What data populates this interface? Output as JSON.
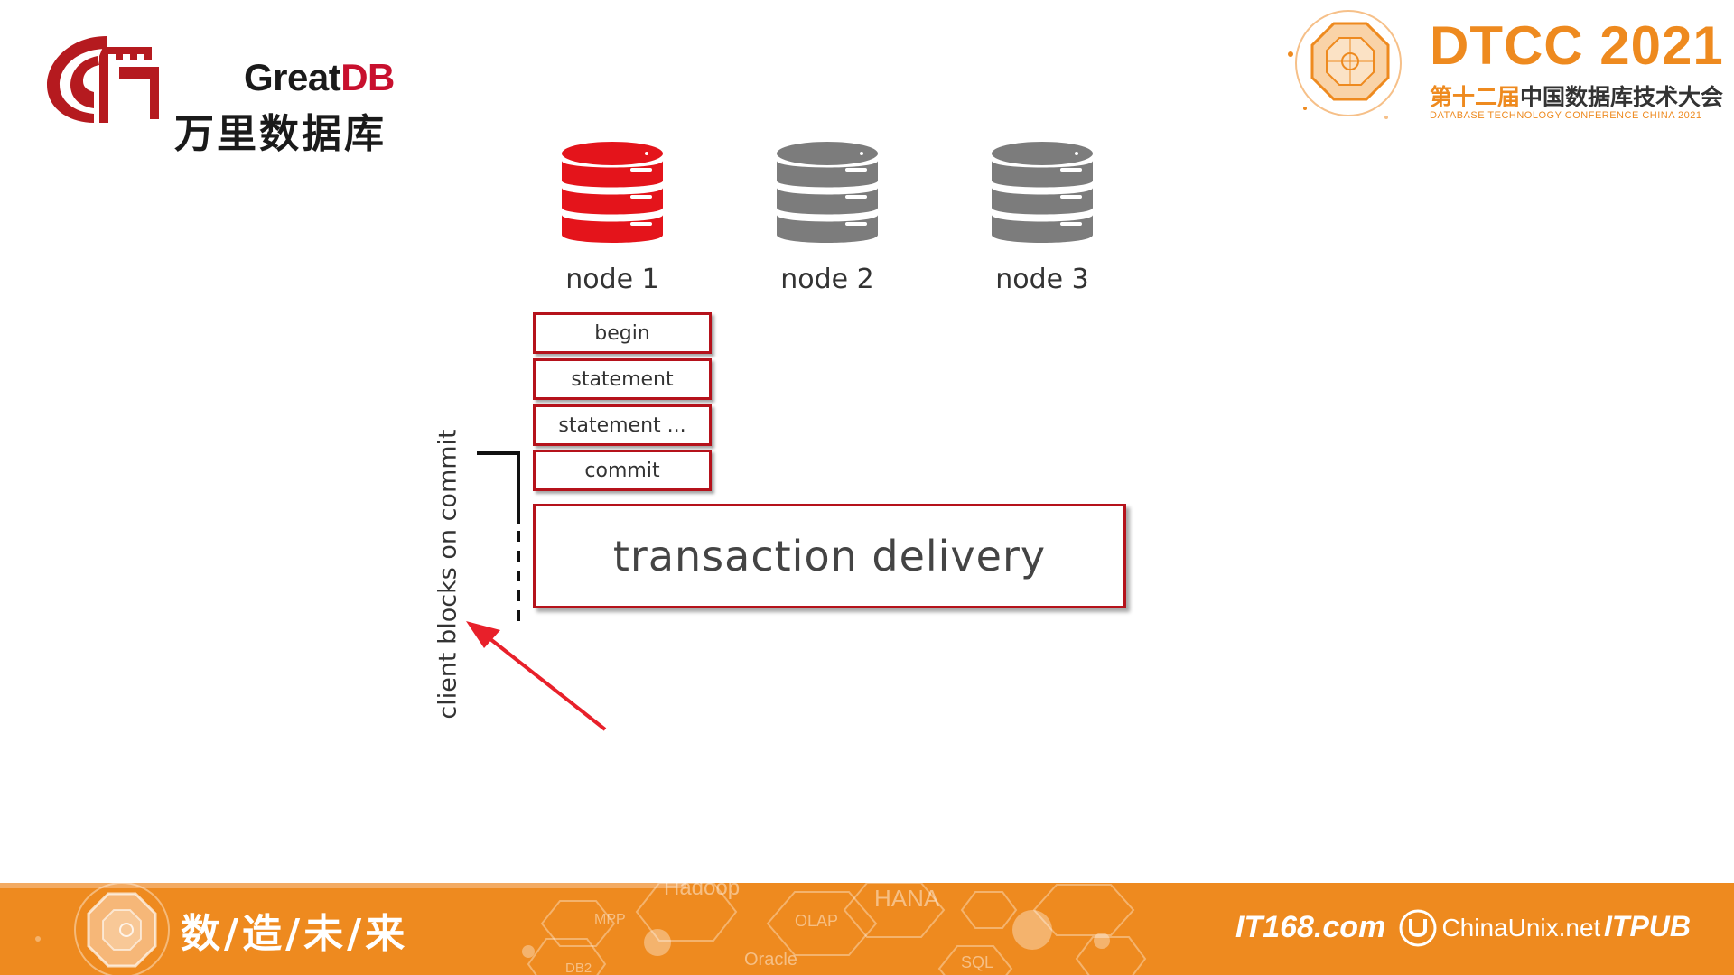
{
  "header": {
    "left_logo": {
      "name_prefix": "Great",
      "name_suffix": "DB",
      "subtitle": "万里数据库"
    },
    "right_logo": {
      "title": "DTCC 2021",
      "subtitle_accent": "第十二届",
      "subtitle_rest": "中国数据库技术大会",
      "english": "DATABASE TECHNOLOGY CONFERENCE CHINA 2021"
    }
  },
  "diagram": {
    "nodes": [
      {
        "label": "node 1",
        "color": "#e4141b",
        "active": true
      },
      {
        "label": "node 2",
        "color": "#7c7c7c",
        "active": false
      },
      {
        "label": "node 3",
        "color": "#7c7c7c",
        "active": false
      }
    ],
    "transaction_steps": [
      "begin",
      "statement",
      "statement ...",
      "commit"
    ],
    "delivery_label": "transaction delivery",
    "blocking_label": "client blocks on commit",
    "arrow_color": "#e8202a",
    "box_border_color": "#b5121b"
  },
  "footer": {
    "slogan": "数/造/未/来",
    "bubbles": [
      "Hadoop",
      "MPP",
      "OLAP",
      "HANA",
      "DB2",
      "Oracle",
      "SQL"
    ],
    "sponsors": [
      "IT168.com",
      "ChinaUnix.net",
      "ITPUB"
    ],
    "background_color": "#ee8a1f"
  }
}
